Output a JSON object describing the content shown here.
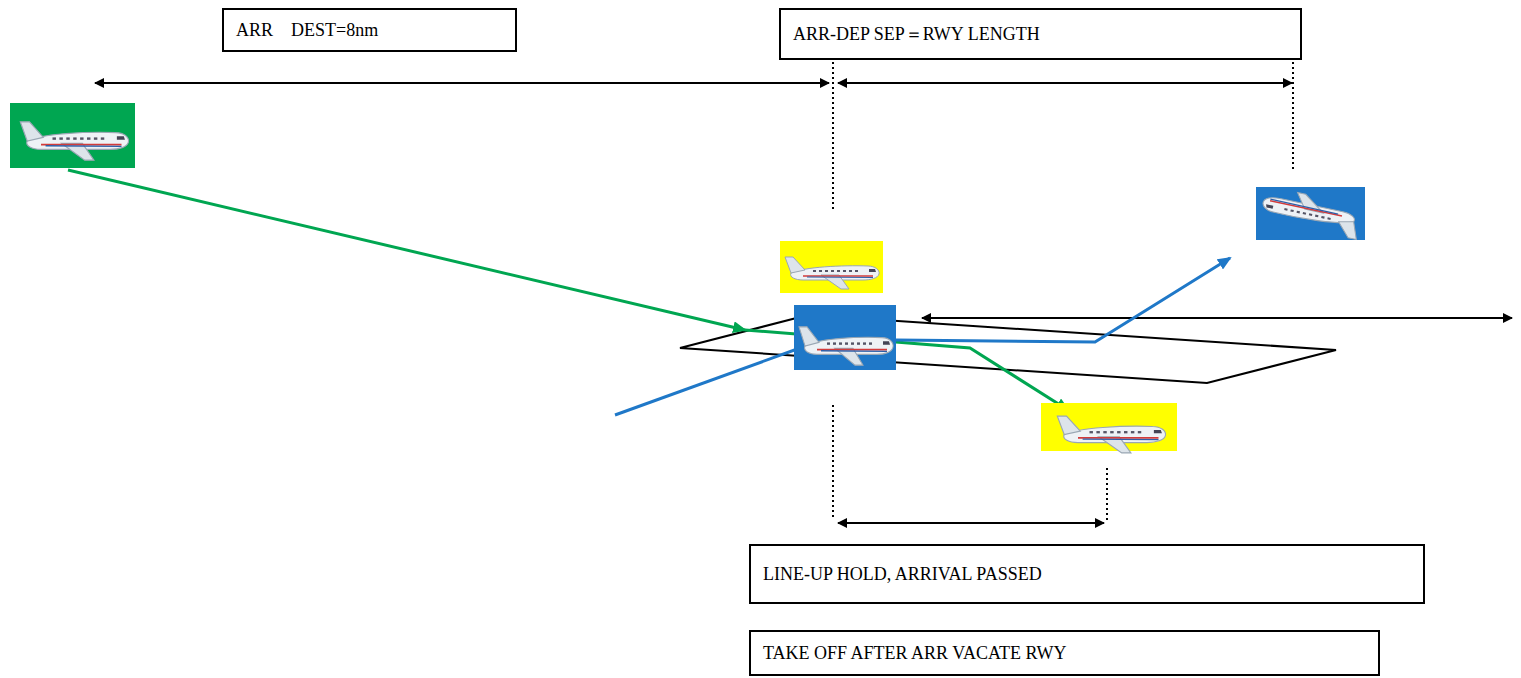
{
  "diagram": {
    "nodes": [
      {
        "text": [
          "ARR　DEST=8nm"
        ]
      },
      {
        "text": [
          "ARR-DEP SEP＝RWY LENGTH"
        ]
      },
      {
        "text": [
          "LINE-UP HOLD, ARRIVAL PASSED"
        ]
      },
      {
        "text": [
          "TAKE OFF AFTER ARR VACATE RWY"
        ]
      }
    ]
  }
}
